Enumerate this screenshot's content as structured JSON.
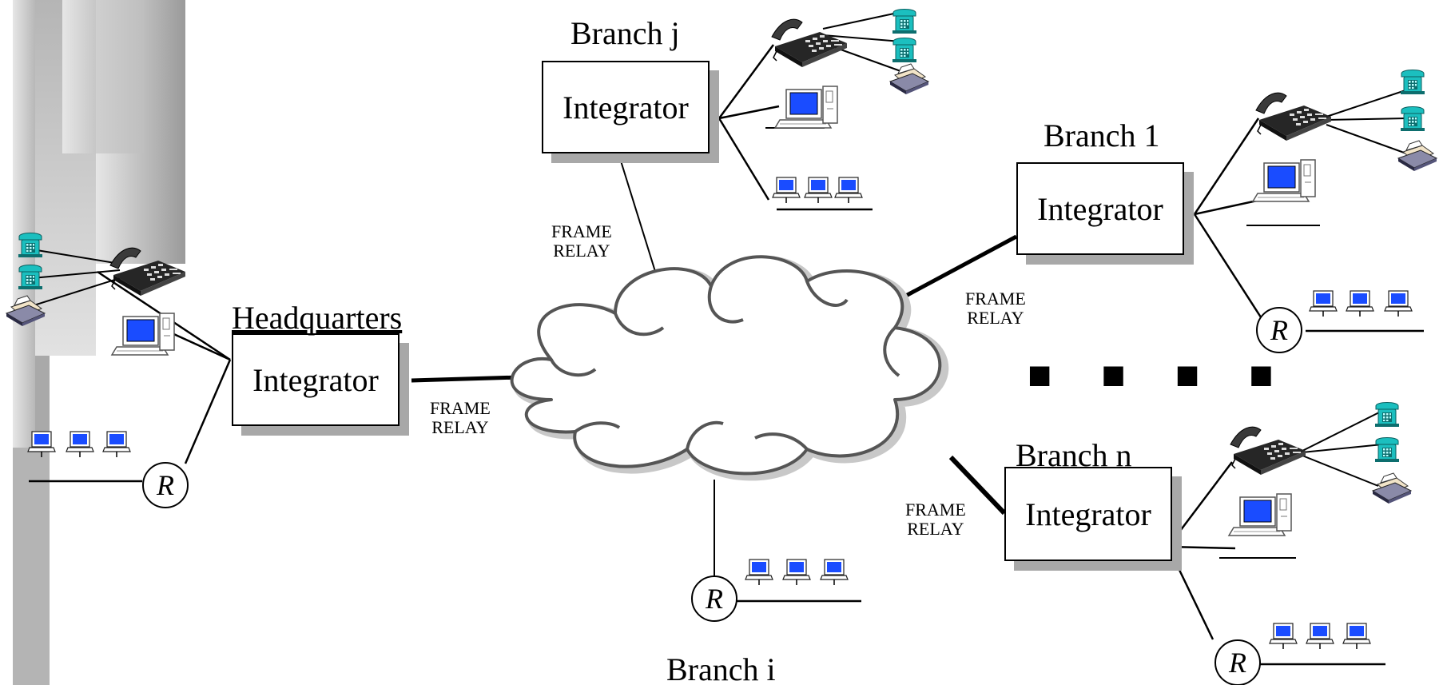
{
  "headquarters": {
    "title": "Headquarters",
    "box_label": "Integrator",
    "router": "R"
  },
  "branch_j": {
    "title": "Branch j",
    "box_label": "Integrator"
  },
  "branch_1": {
    "title": "Branch 1",
    "box_label": "Integrator",
    "router": "R"
  },
  "branch_n": {
    "title": "Branch n",
    "box_label": "Integrator",
    "router": "R"
  },
  "branch_i": {
    "title": "Branch i",
    "router": "R"
  },
  "links": {
    "hq": [
      "FRAME",
      "RELAY"
    ],
    "branch_j": [
      "FRAME",
      "RELAY"
    ],
    "branch_1": [
      "FRAME",
      "RELAY"
    ],
    "branch_n": [
      "FRAME",
      "RELAY"
    ]
  },
  "ellipsis": "■ ■ ■ ■",
  "colors": {
    "screen": "#1a4cff",
    "phone": "#1bbfbf",
    "shadow": "#a8a8a8"
  },
  "icons": [
    "pbx-telephone-icon",
    "telephone-icon",
    "fax-icon",
    "workstation-icon",
    "lan-pc-icon",
    "router-icon",
    "cloud-icon"
  ]
}
